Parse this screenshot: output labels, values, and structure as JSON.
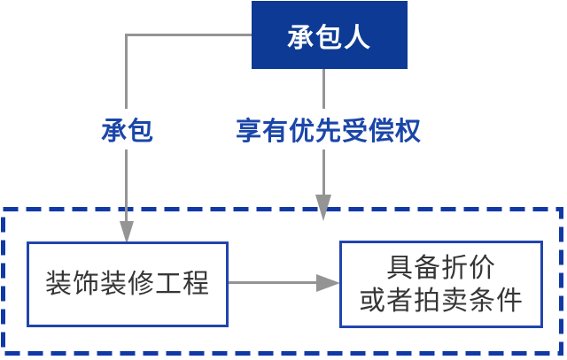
{
  "diagram": {
    "top_node": {
      "label": "承包人"
    },
    "edges": {
      "left_label": "承包",
      "right_label": "享有优先受偿权"
    },
    "group": {
      "left_node": {
        "label": "装饰装修工程"
      },
      "right_node": {
        "line1": "具备折价",
        "line2": "或者拍卖条件"
      }
    },
    "colors": {
      "header_bg": "#0d3a94",
      "header_text": "#ffffff",
      "edge_label_text": "#1b46a9",
      "dashed_border": "#1139a6",
      "inner_node_border": "#2145ac",
      "inner_node_text": "#363636",
      "arrow_gray": "#949494"
    }
  }
}
